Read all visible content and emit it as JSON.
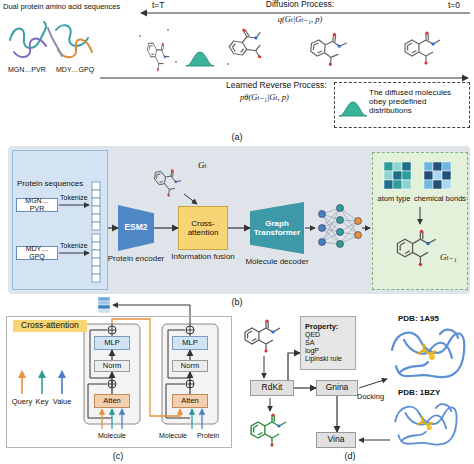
{
  "diagram": {
    "nodes": [
      {
        "text": [
          "The diffused molecules obey predefined distributions"
        ]
      },
      {
        "text": [
          "Protein sequences"
        ]
      },
      {
        "text": [
          "MGN…PVR"
        ],
        "in": 1
      },
      {
        "text": [
          "MDY…GPQ"
        ],
        "in": 1
      },
      {
        "text": [
          "ESM2",
          "Protein encoder"
        ]
      },
      {
        "text": [
          "Cross-attention",
          "Information fusion"
        ]
      },
      {
        "text": [
          "Graph Transformer",
          "Molecule decoder"
        ]
      },
      {
        "text": [
          "atom type",
          "chemical bonds"
        ]
      },
      {
        "text": [
          "Cross-attention"
        ]
      },
      {
        "text": [
          "MLP"
        ],
        "in": 8
      },
      {
        "text": [
          "Norm"
        ],
        "in": 8
      },
      {
        "text": [
          "Atten"
        ],
        "in": 8
      },
      {
        "text": [
          "MLP"
        ],
        "in": 8
      },
      {
        "text": [
          "Norm"
        ],
        "in": 8
      },
      {
        "text": [
          "Atten"
        ],
        "in": 8
      },
      {
        "text": [
          "Property:",
          "QED",
          "SA",
          "logP",
          "Lipinski rule"
        ]
      },
      {
        "text": [
          "RdKit"
        ]
      },
      {
        "text": [
          "Gnina"
        ]
      },
      {
        "text": [
          "Vina"
        ]
      }
    ],
    "edges": [
      {
        "from": 1,
        "to": 4,
        "arrow": "to"
      },
      {
        "from": 4,
        "to": 5,
        "arrow": "to"
      },
      {
        "from": 5,
        "to": 6,
        "arrow": "to"
      },
      {
        "from": 11,
        "to": 10,
        "arrow": "to"
      },
      {
        "from": 10,
        "to": 9,
        "arrow": "to"
      },
      {
        "from": 14,
        "to": 13,
        "arrow": "to"
      },
      {
        "from": 13,
        "to": 12,
        "arrow": "to"
      },
      {
        "from": 16,
        "to": 15,
        "arrow": "to"
      },
      {
        "from": 16,
        "to": 17,
        "arrow": "to"
      },
      {
        "from": 17,
        "to": 18,
        "arrow": "to"
      }
    ],
    "labels": [
      "Dual protein amino acid sequences",
      "t=T",
      "Diffusion Process:",
      "q(Gₜ|Gₜ₋₁, p)",
      "t=0",
      "MGN…PVR",
      "MDY…GPQ",
      "Learned Reverse Process:",
      "pθ(Gₜ₋₁|Gₜ, p)",
      "(a)",
      "Tokenize",
      "Tokenize",
      "Gₜ",
      "Gₜ₋₁",
      "(b)",
      "Query",
      "Key",
      "Value",
      "Molecule",
      "Molecule",
      "Protein",
      "(c)",
      "PDB: 1A95",
      "Docking",
      "PDB: 1BZY",
      "(d)"
    ]
  }
}
